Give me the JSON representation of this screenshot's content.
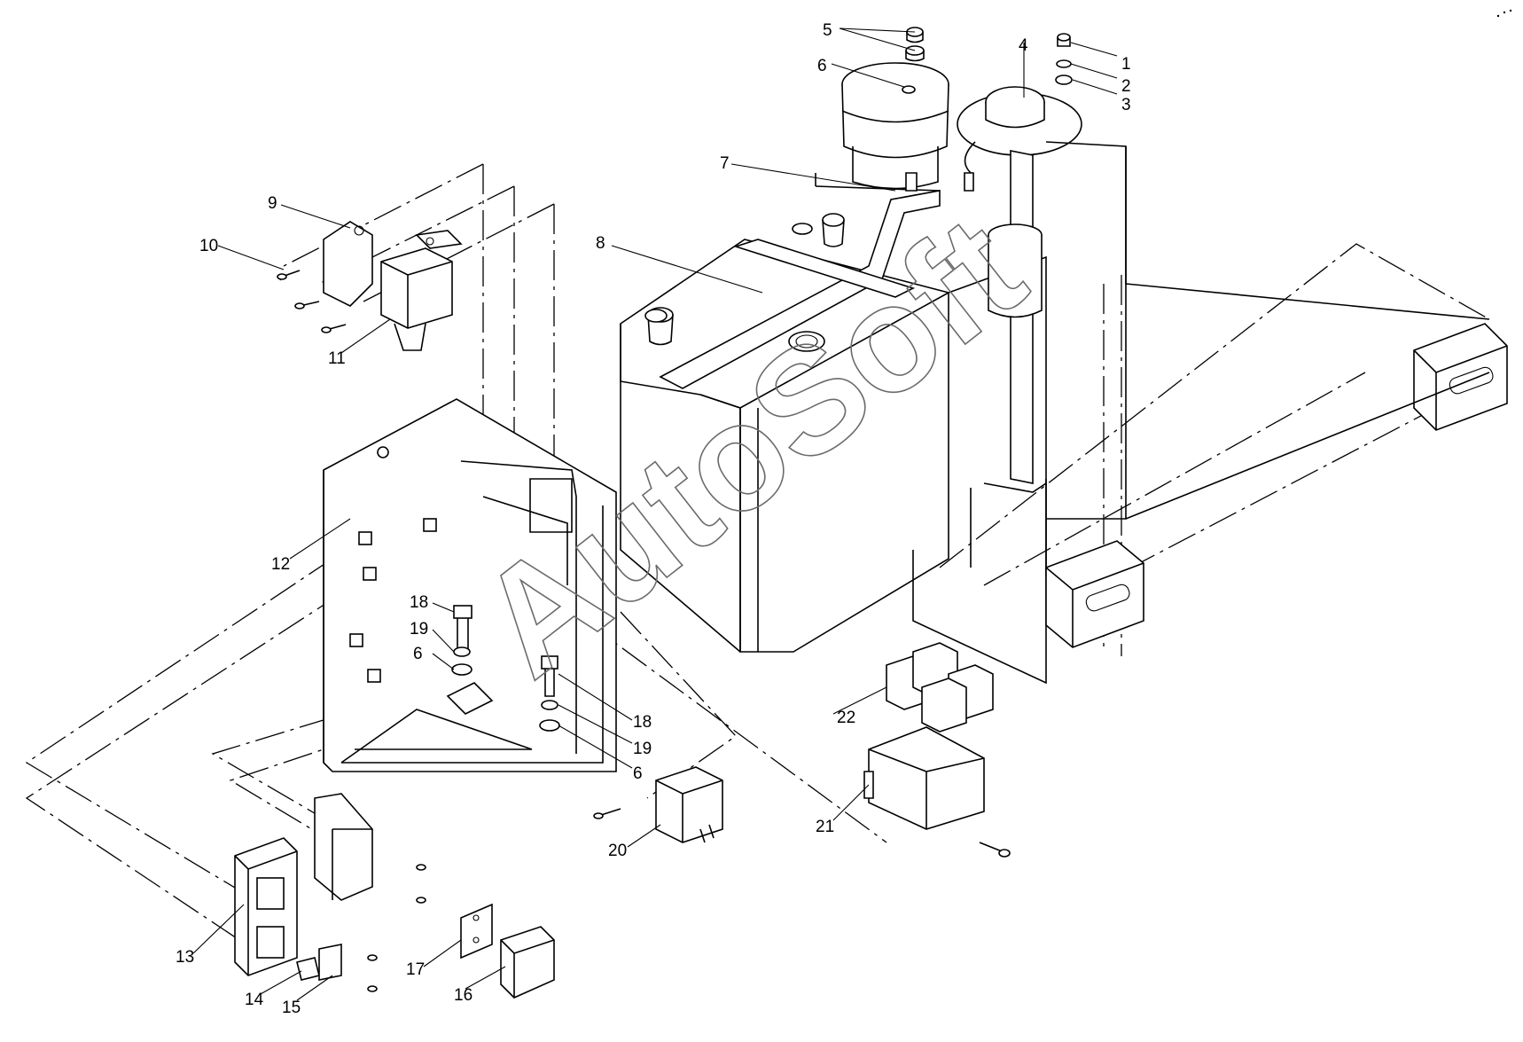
{
  "watermark": "AutoSoft",
  "callouts": {
    "c1": "1",
    "c2": "2",
    "c3": "3",
    "c4": "4",
    "c5": "5",
    "c6a": "6",
    "c6b": "6",
    "c6c": "6",
    "c7": "7",
    "c8": "8",
    "c9": "9",
    "c10": "10",
    "c11": "11",
    "c12": "12",
    "c13": "13",
    "c14": "14",
    "c15": "15",
    "c16": "16",
    "c17": "17",
    "c18a": "18",
    "c18b": "18",
    "c19a": "19",
    "c19b": "19",
    "c20": "20",
    "c21": "21",
    "c22": "22"
  },
  "colors": {
    "line": "#000000",
    "background": "#ffffff",
    "watermark": "#6b6b6b"
  }
}
